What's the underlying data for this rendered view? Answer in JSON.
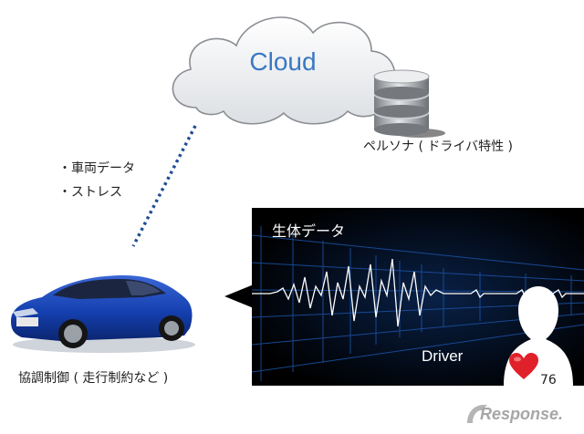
{
  "cloud": {
    "label": "Cloud"
  },
  "persona": {
    "label": "ペルソナ ( ドライバ特性 )"
  },
  "vehicle_data": {
    "items": [
      "・車両データ",
      "・ストレス"
    ]
  },
  "vehicle": {
    "label": "協調制御 ( 走行制約など )"
  },
  "biometric": {
    "label": "生体データ"
  },
  "driver": {
    "label": "Driver",
    "heart_rate": "76"
  },
  "watermark": {
    "text": "Response."
  },
  "colors": {
    "cloud_text": "#3a78c2",
    "link_line": "#1f4e94",
    "panel_bg": "#000000",
    "grid": "#1a4fa0",
    "heart": "#e0212a",
    "car": "#1540b0"
  }
}
